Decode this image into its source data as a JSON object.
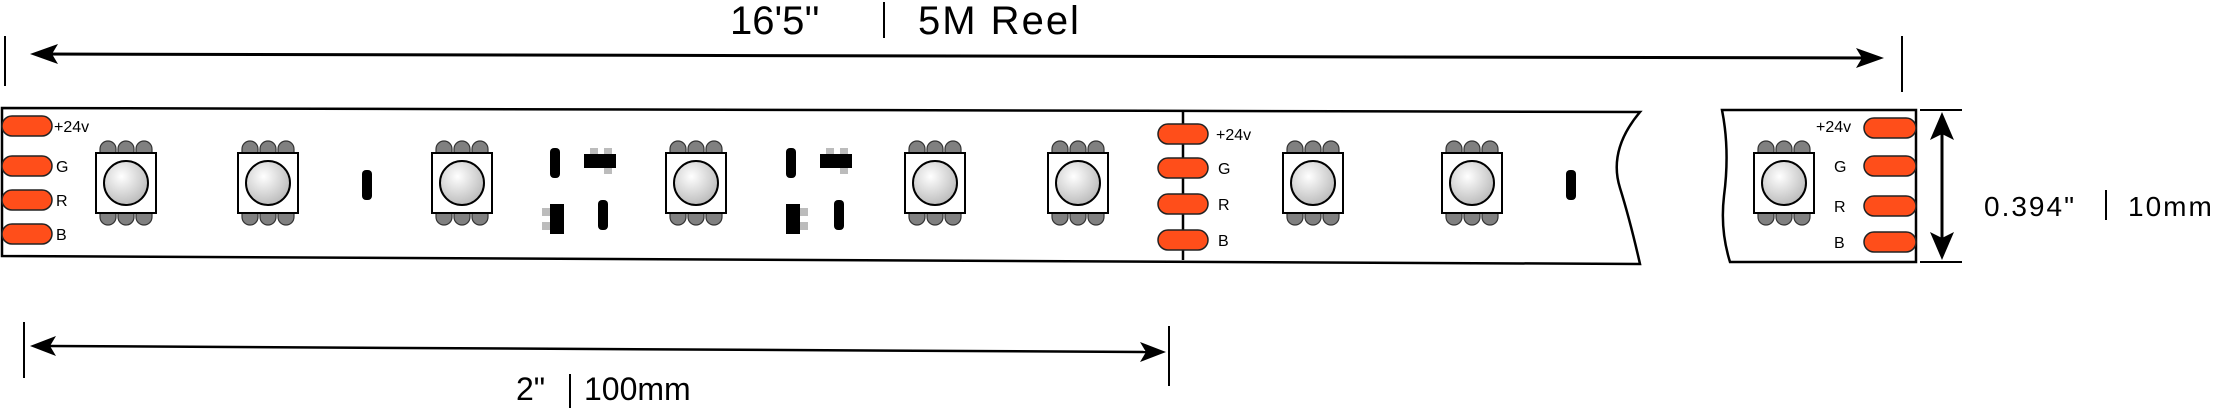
{
  "dimensions": {
    "reel_length_imperial": "16'5''",
    "reel_length_metric": "5M Reel",
    "cut_length_imperial": "2\"",
    "cut_length_metric": "100mm",
    "strip_width_imperial": "0.394\"",
    "strip_width_metric": "10mm"
  },
  "pad_labels": {
    "v24": "+24v",
    "g": "G",
    "r": "R",
    "b": "B"
  },
  "colors": {
    "pad": "#ff4e1a",
    "pad_stroke": "#222222",
    "line": "#000000",
    "led_pin": "#808080",
    "led_lens_light": "#ffffff",
    "led_lens_dark": "#bfbfbf",
    "resistor_gray": "#bcbcbc"
  }
}
